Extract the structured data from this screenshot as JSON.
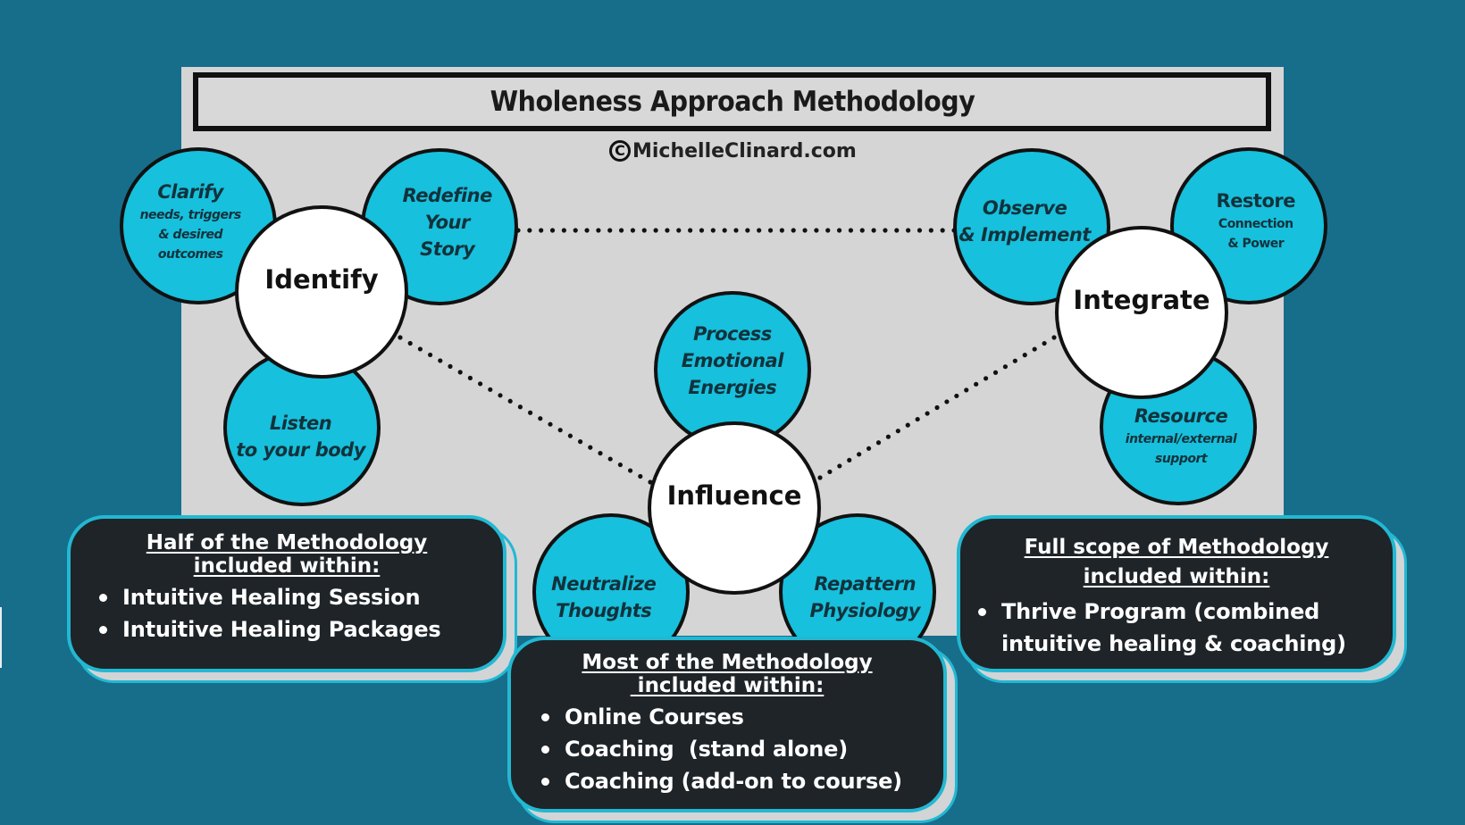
{
  "title": "Wholeness Approach Methodology",
  "copyright": {
    "icon": "copyright-icon",
    "symbol": "C",
    "text": "MichelleClinard.com"
  },
  "colors": {
    "background": "#166e8b",
    "panel": "#d5d5d5",
    "petal": "#17c0dc",
    "hub": "#ffffff",
    "outline": "#111111",
    "card": "#1f2428",
    "card_border": "#22b8d2",
    "card_text": "#ffffff"
  },
  "clusters": [
    {
      "hub": "Identify",
      "petals": [
        {
          "main": "Clarify",
          "sub": [
            "needs, triggers",
            "& desired",
            "outcomes"
          ]
        },
        {
          "main": "Redefine",
          "sub_main": [
            "Your",
            "Story"
          ]
        },
        {
          "main": "Listen",
          "sub_main": [
            "to your body"
          ]
        }
      ]
    },
    {
      "hub": "Influence",
      "petals": [
        {
          "main": "Process",
          "sub_main": [
            "Emotional",
            "Energies"
          ]
        },
        {
          "main": "Neutralize",
          "sub_main": [
            "Thoughts"
          ]
        },
        {
          "main": "Repattern",
          "sub_main": [
            "Physiology"
          ]
        }
      ]
    },
    {
      "hub": "Integrate",
      "petals": [
        {
          "main": "Observe",
          "sub_main": [
            "& Implement"
          ]
        },
        {
          "main": "Restore",
          "sub": [
            "Connection",
            "& Power"
          ]
        },
        {
          "main": "Resource",
          "sub": [
            "internal/external",
            "support"
          ]
        }
      ]
    }
  ],
  "connectors": [
    {
      "from": "Identify",
      "to": "Integrate",
      "style": "dotted"
    },
    {
      "from": "Identify",
      "to": "Influence",
      "style": "dotted"
    },
    {
      "from": "Influence",
      "to": "Integrate",
      "style": "dotted"
    }
  ],
  "info_boxes": [
    {
      "heading": [
        "Half of the Methodology ",
        "included within:"
      ],
      "items": [
        "Intuitive Healing Session",
        "Intuitive Healing Packages"
      ]
    },
    {
      "heading": [
        "Most of the Methodology",
        " included within:"
      ],
      "items": [
        "Online Courses",
        "Coaching  (stand alone)",
        "Coaching (add-on to course)"
      ]
    },
    {
      "heading": [
        "Full scope of Methodology ",
        "included within:"
      ],
      "items": [
        "Thrive Program (combined",
        "intuitive healing & coaching)"
      ]
    }
  ]
}
